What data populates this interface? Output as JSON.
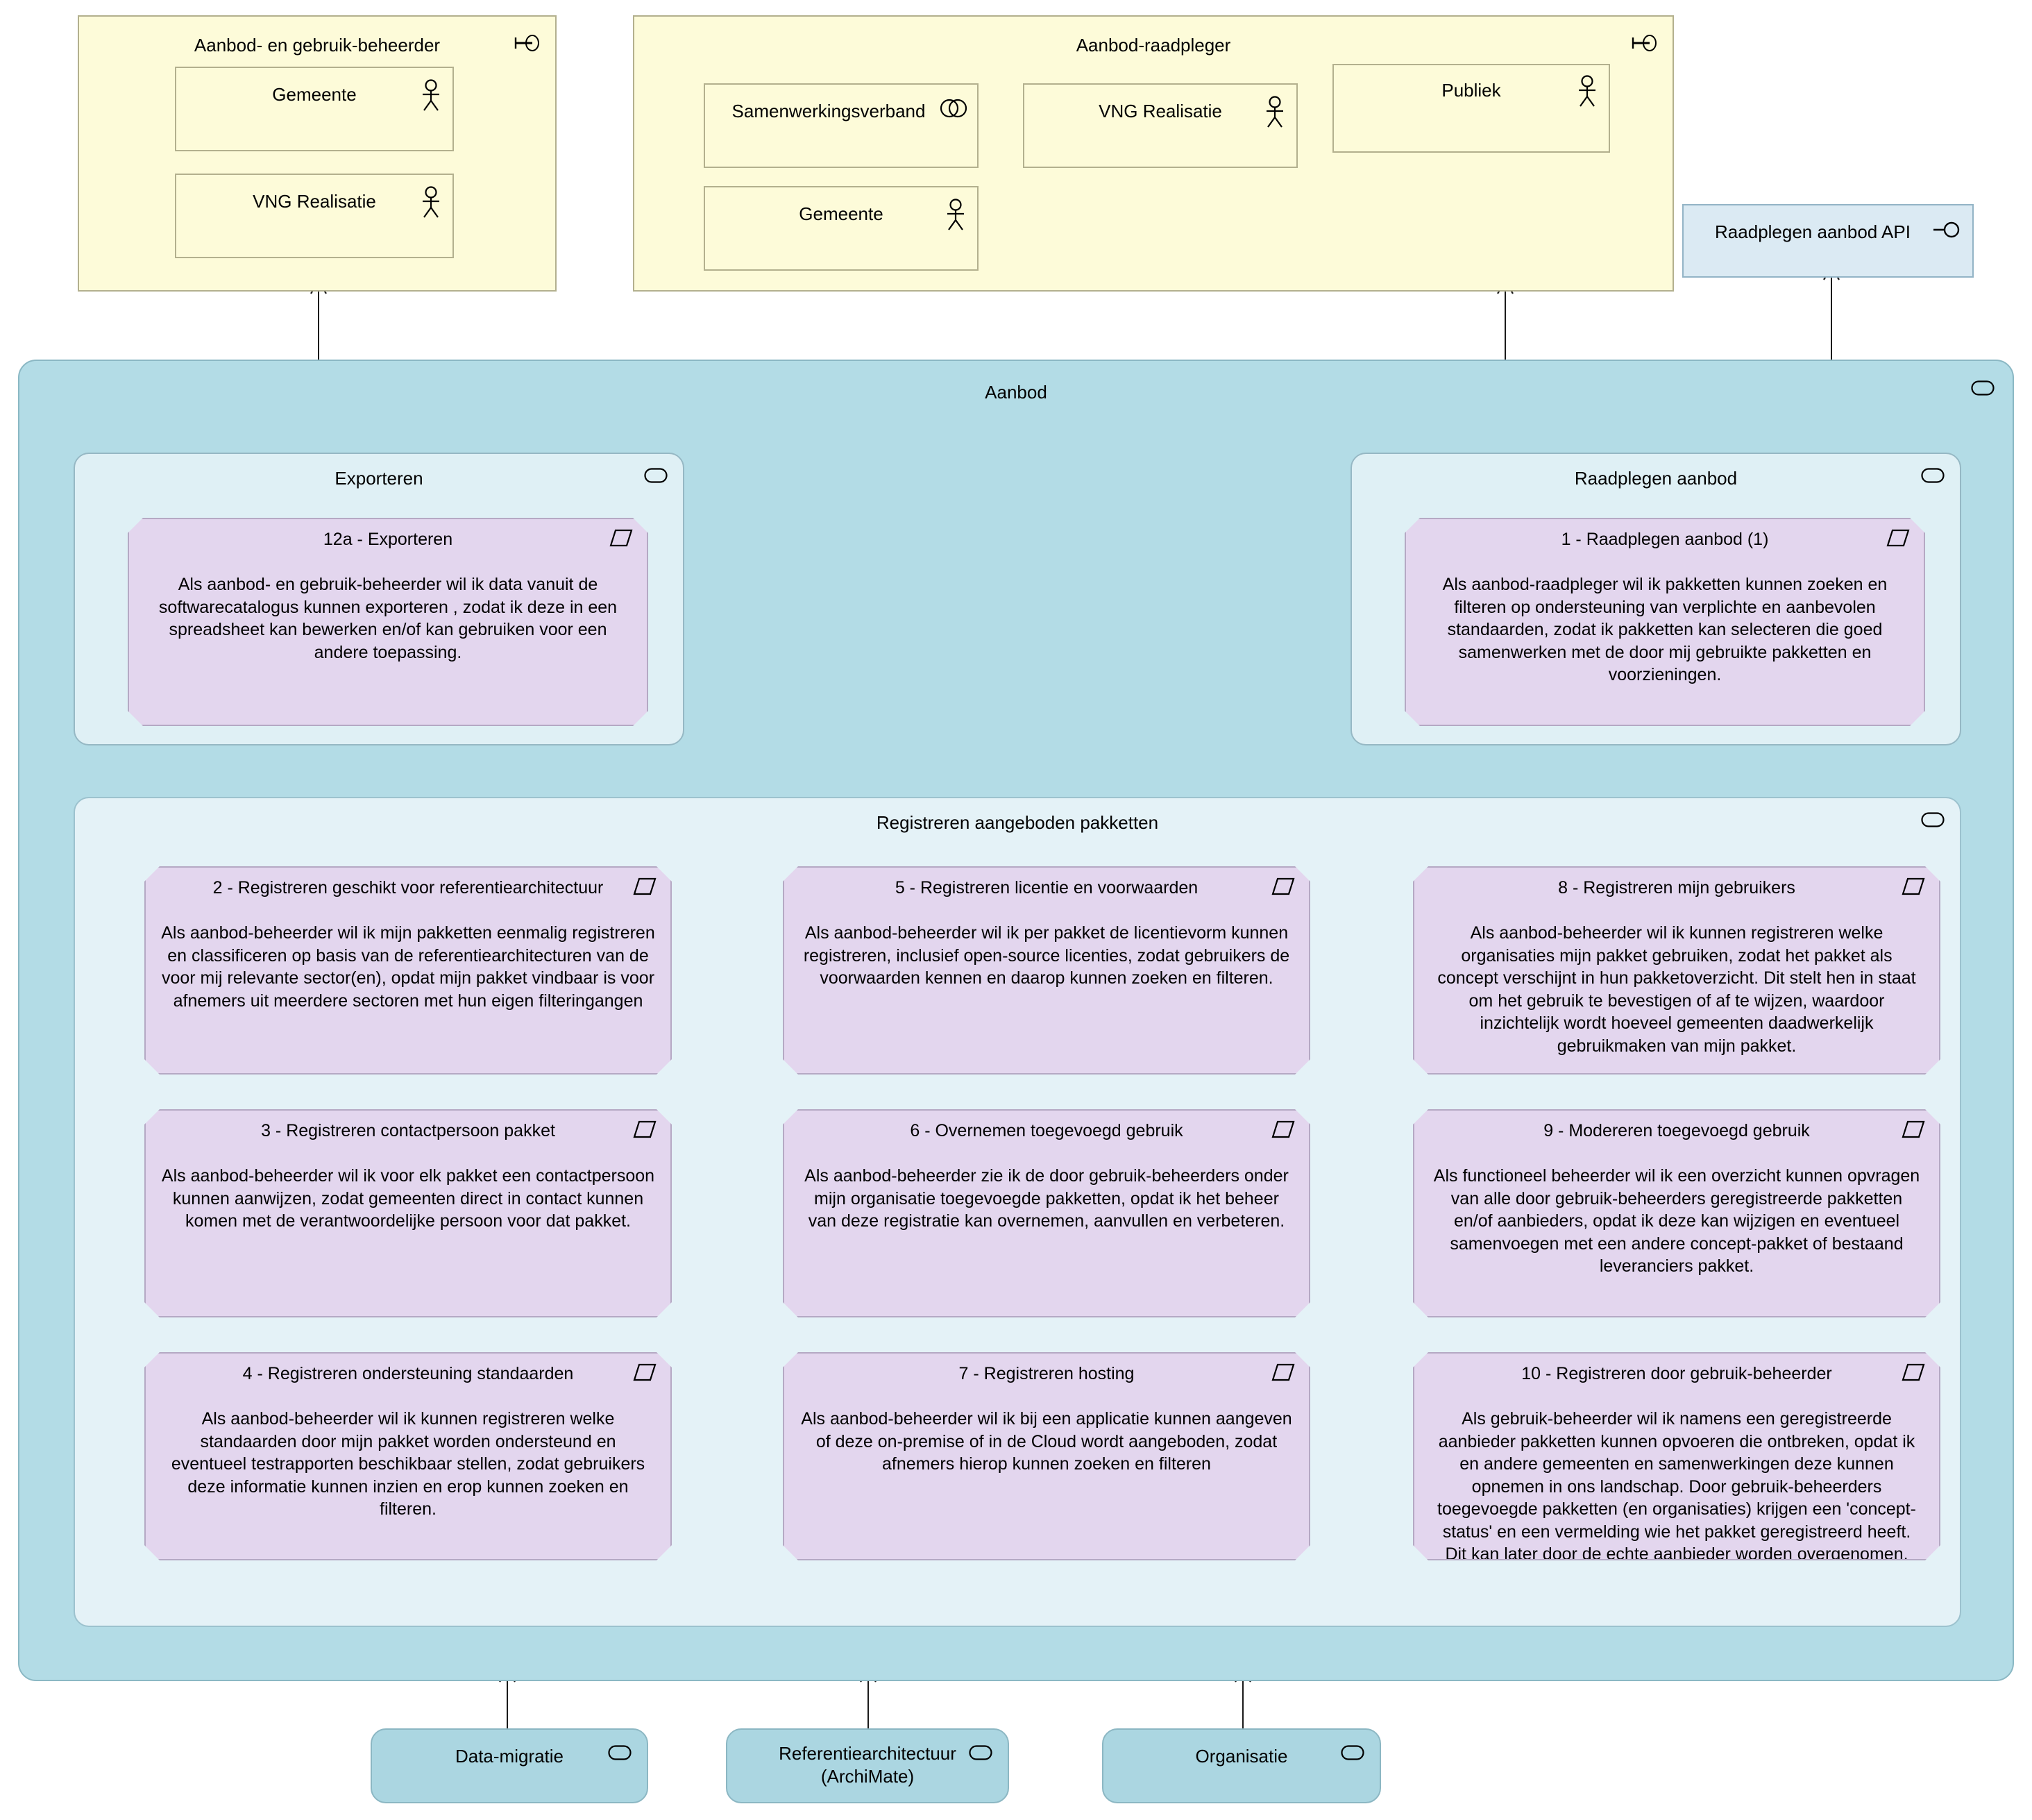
{
  "diagram": {
    "type": "archimate",
    "title": "Aanbod"
  },
  "actor_groups": [
    {
      "id": "aanbod-en-gebruik-beheerder",
      "label": "Aanbod- en gebruik-beheerder",
      "icon": "business-role-icon",
      "members": [
        {
          "label": "Gemeente",
          "icon": "business-actor-icon"
        },
        {
          "label": "VNG Realisatie",
          "icon": "business-actor-icon"
        }
      ]
    },
    {
      "id": "aanbod-raadpleger",
      "label": "Aanbod-raadpleger",
      "icon": "business-role-icon",
      "members": [
        {
          "label": "Samenwerkingsverband",
          "icon": "business-collaboration-icon"
        },
        {
          "label": "VNG Realisatie",
          "icon": "business-actor-icon"
        },
        {
          "label": "Publiek",
          "icon": "business-actor-icon"
        },
        {
          "label": "Gemeente",
          "icon": "business-actor-icon"
        }
      ]
    }
  ],
  "interface": {
    "label": "Raadplegen aanbod API",
    "icon": "application-interface-icon"
  },
  "main_container": {
    "label": "Aanbod",
    "icon": "application-service-icon"
  },
  "services": [
    {
      "id": "exporteren",
      "label": "Exporteren",
      "icon": "application-service-icon",
      "requirements": [
        {
          "title": "12a - Exporteren",
          "icon": "requirement-icon",
          "body": "Als aanbod- en gebruik-beheerder wil ik data vanuit de softwarecatalogus kunnen exporteren , zodat ik deze in een spreadsheet kan bewerken en/of kan gebruiken voor een andere toepassing."
        }
      ]
    },
    {
      "id": "raadplegen-aanbod",
      "label": "Raadplegen aanbod",
      "icon": "application-service-icon",
      "requirements": [
        {
          "title": "1 - Raadplegen aanbod (1)",
          "icon": "requirement-icon",
          "body": "Als aanbod-raadpleger wil ik pakketten kunnen zoeken en filteren op ondersteuning van verplichte en aanbevolen standaarden, zodat ik pakketten kan selecteren die goed samenwerken met de door mij gebruikte pakketten en voorzieningen."
        }
      ]
    }
  ],
  "registreren_group": {
    "label": "Registreren aangeboden pakketten",
    "icon": "application-service-icon",
    "requirements": [
      {
        "title": "2 - Registreren geschikt voor referentiearchitectuur",
        "icon": "requirement-icon",
        "body": "Als aanbod-beheerder wil ik mijn pakketten eenmalig registreren en classificeren op basis van de referentiearchitecturen van de voor mij relevante sector(en), opdat mijn pakket vindbaar is voor afnemers uit meerdere sectoren met hun eigen filteringangen",
        "clipped": false
      },
      {
        "title": "5 - Registreren licentie en voorwaarden",
        "icon": "requirement-icon",
        "body": "Als aanbod-beheerder wil ik per pakket de licentievorm kunnen registreren, inclusief open-source licenties, zodat gebruikers de voorwaarden kennen en daarop kunnen zoeken en filteren.",
        "clipped": false
      },
      {
        "title": "8 - Registreren mijn gebruikers",
        "icon": "requirement-icon",
        "body": "Als aanbod-beheerder wil ik kunnen registreren welke organisaties mijn pakket gebruiken, zodat het pakket als concept verschijnt in hun pakketoverzicht. Dit stelt hen in staat om het gebruik te bevestigen of af te wijzen, waardoor inzichtelijk wordt hoeveel gemeenten daadwerkelijk gebruikmaken van mijn pakket.",
        "clipped": false
      },
      {
        "title": "3 - Registreren contactpersoon pakket",
        "icon": "requirement-icon",
        "body": "Als aanbod-beheerder wil ik voor elk pakket een contactpersoon kunnen aanwijzen, zodat gemeenten direct in contact kunnen komen met de verantwoordelijke persoon voor dat pakket.",
        "clipped": false
      },
      {
        "title": "6 - Overnemen toegevoegd gebruik",
        "icon": "requirement-icon",
        "body": "Als aanbod-beheerder zie ik de door gebruik-beheerders onder mijn organisatie toegevoegde pakketten, opdat ik het beheer van deze registratie kan overnemen, aanvullen en verbeteren.",
        "clipped": false
      },
      {
        "title": "9 - Modereren toegevoegd gebruik",
        "icon": "requirement-icon",
        "body": "Als functioneel beheerder wil ik een overzicht kunnen opvragen van alle door gebruik-beheerders geregistreerde pakketten en/of aanbieders, opdat ik deze kan wijzigen en eventueel samenvoegen met een andere concept-pakket of bestaand leveranciers pakket.",
        "clipped": false
      },
      {
        "title": "4 - Registreren ondersteuning standaarden",
        "icon": "requirement-icon",
        "body": "Als aanbod-beheerder wil ik kunnen registreren welke standaarden door mijn pakket worden ondersteund en eventueel testrapporten beschikbaar stellen, zodat gebruikers deze informatie kunnen inzien en erop kunnen zoeken en filteren.",
        "clipped": false
      },
      {
        "title": "7 - Registreren hosting",
        "icon": "requirement-icon",
        "body": "Als aanbod-beheerder  wil ik bij een applicatie kunnen aangeven of deze on-premise of in de Cloud wordt aangeboden, zodat afnemers hierop kunnen zoeken en filteren",
        "clipped": false
      },
      {
        "title": "10 - Registreren door gebruik-beheerder",
        "icon": "requirement-icon",
        "body": "Als gebruik-beheerder wil ik namens een geregistreerde aanbieder pakketten kunnen opvoeren die ontbreken, opdat ik en andere gemeenten en samenwerkingen deze kunnen opnemen in ons landschap. Door gebruik-beheerders toegevoegde pakketten (en organisaties) krijgen een 'concept-status' en een vermelding wie het pakket geregistreerd heeft. Dit kan later door de echte aanbieder worden overgenomen. Dat een pakket een 'concept-status' heeft is altijd expliciet",
        "clipped": true
      }
    ]
  },
  "bottom_services": [
    {
      "label": "Data-migratie",
      "icon": "application-service-icon"
    },
    {
      "label": "Referentiearchitectuur\n(ArchiMate)",
      "icon": "application-service-icon"
    },
    {
      "label": "Organisatie",
      "icon": "application-service-icon"
    }
  ],
  "colors": {
    "actor_fill": "#fdfbd9",
    "actor_border": "#b3b08e",
    "service_fill": "#dff0f5",
    "service_border": "#96b8c4",
    "main_fill": "#b3dce6",
    "group_fill": "#e4f2f7",
    "requirement_fill": "#e3d6ee",
    "requirement_border": "#b5a9c4",
    "interface_fill": "#dbeaf3",
    "bottom_fill": "#abd6e1",
    "connector": "#1a1a1a"
  }
}
